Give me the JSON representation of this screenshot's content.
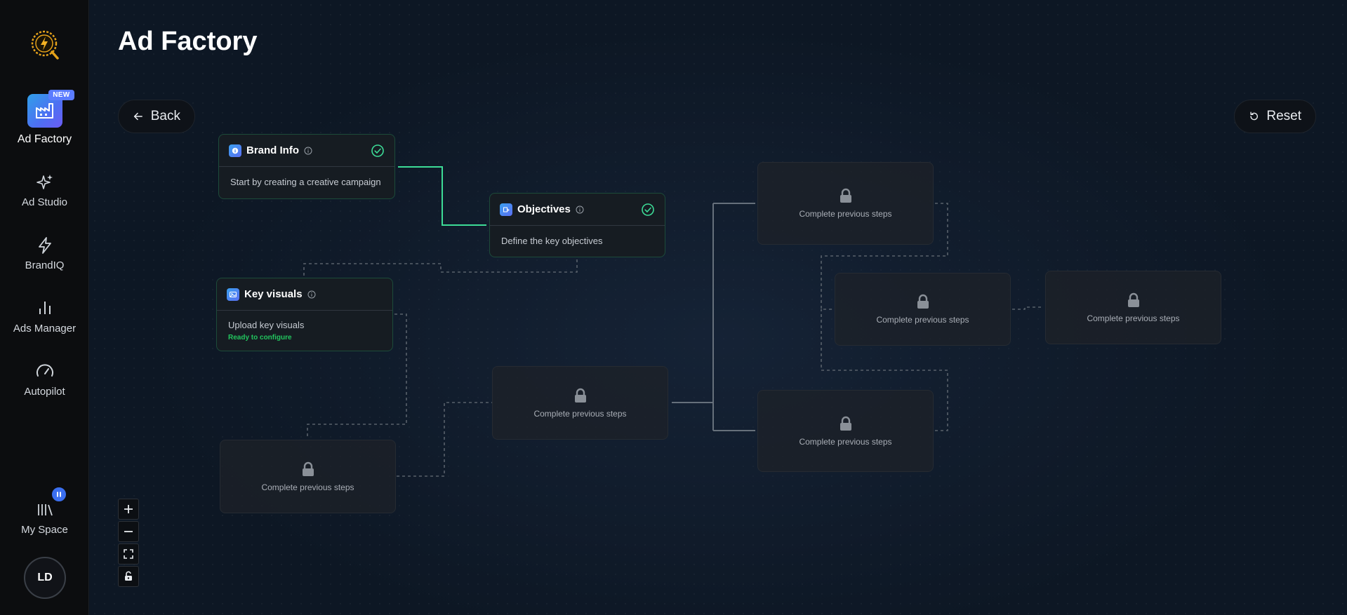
{
  "sidebar": {
    "items": [
      {
        "label": "Ad Factory",
        "badge": "NEW"
      },
      {
        "label": "Ad Studio"
      },
      {
        "label": "BrandIQ"
      },
      {
        "label": "Ads Manager"
      },
      {
        "label": "Autopilot"
      },
      {
        "label": "My Space"
      }
    ],
    "avatar_initials": "LD"
  },
  "header": {
    "title": "Ad Factory"
  },
  "toolbar": {
    "back_label": "Back",
    "reset_label": "Reset"
  },
  "nodes": {
    "brand_info": {
      "title": "Brand Info",
      "description": "Start by creating a creative campaign"
    },
    "objectives": {
      "title": "Objectives",
      "description": "Define the key objectives"
    },
    "key_visuals": {
      "title": "Key visuals",
      "description": "Upload key visuals",
      "status": "Ready to configure"
    },
    "locked_label": "Complete previous steps"
  },
  "colors": {
    "accent_green": "#3ddc97",
    "accent_blue": "#4e6ff2",
    "status_green": "#22c55e"
  }
}
